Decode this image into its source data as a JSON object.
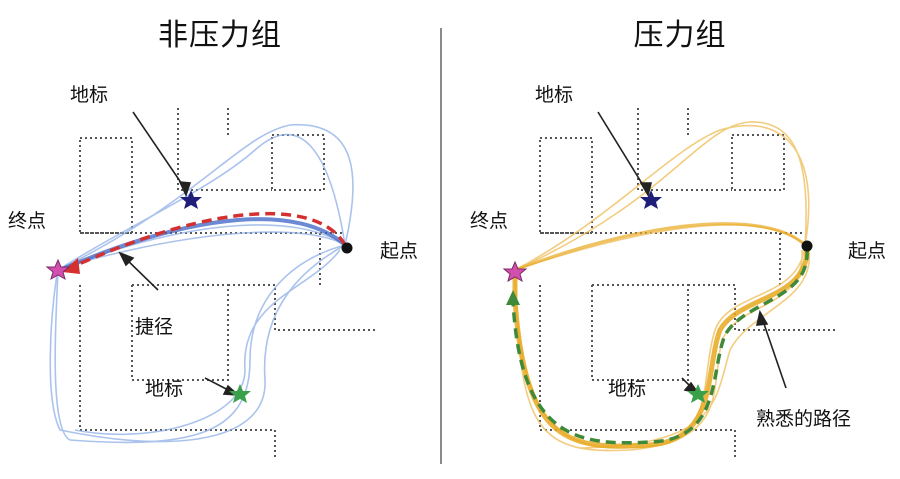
{
  "panels": [
    {
      "title": "非压力组",
      "labels": {
        "landmark_top": "地标",
        "end_point": "终点",
        "start_point": "起点",
        "shortcut": "捷径",
        "landmark_bottom": "地标"
      },
      "colors": {
        "routes": "#8fb0e6",
        "highlight": "#d43030",
        "main": "#3a63c4"
      }
    },
    {
      "title": "压力组",
      "labels": {
        "landmark_top": "地标",
        "end_point": "终点",
        "start_point": "起点",
        "landmark_bottom": "地标",
        "familiar_route": "熟悉的路径"
      },
      "colors": {
        "routes": "#f0c060",
        "highlight": "#3f8a3a",
        "main": "#e8a820"
      }
    }
  ],
  "colors": {
    "star_top": "#1f1f7a",
    "star_end": "#d24fb0",
    "star_bottom": "#3aa04a",
    "start_dot": "#111111"
  }
}
